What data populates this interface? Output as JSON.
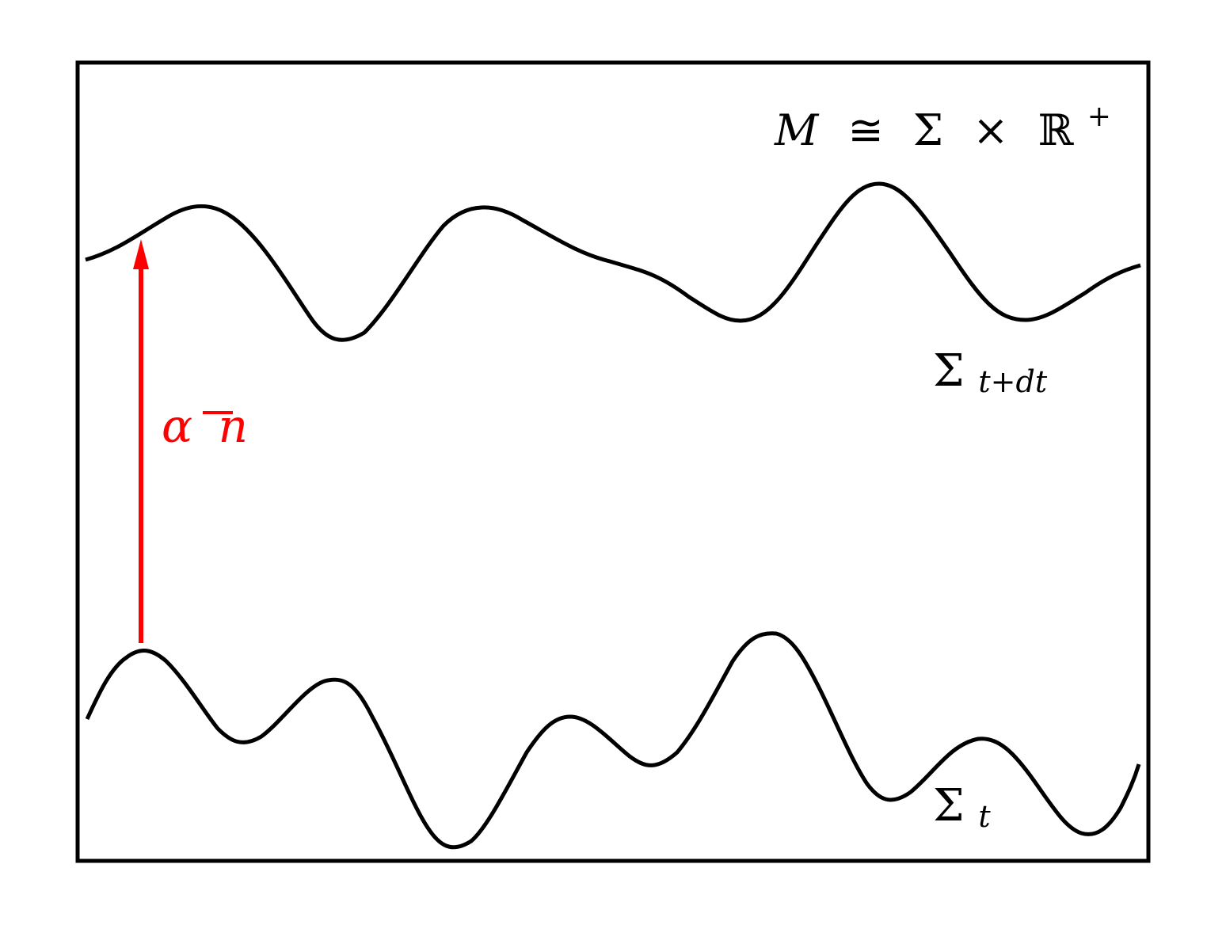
{
  "labels": {
    "manifold": {
      "script_m": "M",
      "congruent": "≅",
      "sigma": "Σ",
      "times": "×",
      "reals": "ℝ",
      "plus": "+"
    },
    "upper_surface": {
      "base": "Σ",
      "subscript": "t+dt"
    },
    "lower_surface": {
      "base": "Σ",
      "subscript": "t"
    },
    "normal": {
      "alpha": "α",
      "n": "n"
    }
  },
  "colors": {
    "curve": "#000000",
    "frame": "#000000",
    "normal_arrow": "#ff0000",
    "background": "#ffffff"
  }
}
